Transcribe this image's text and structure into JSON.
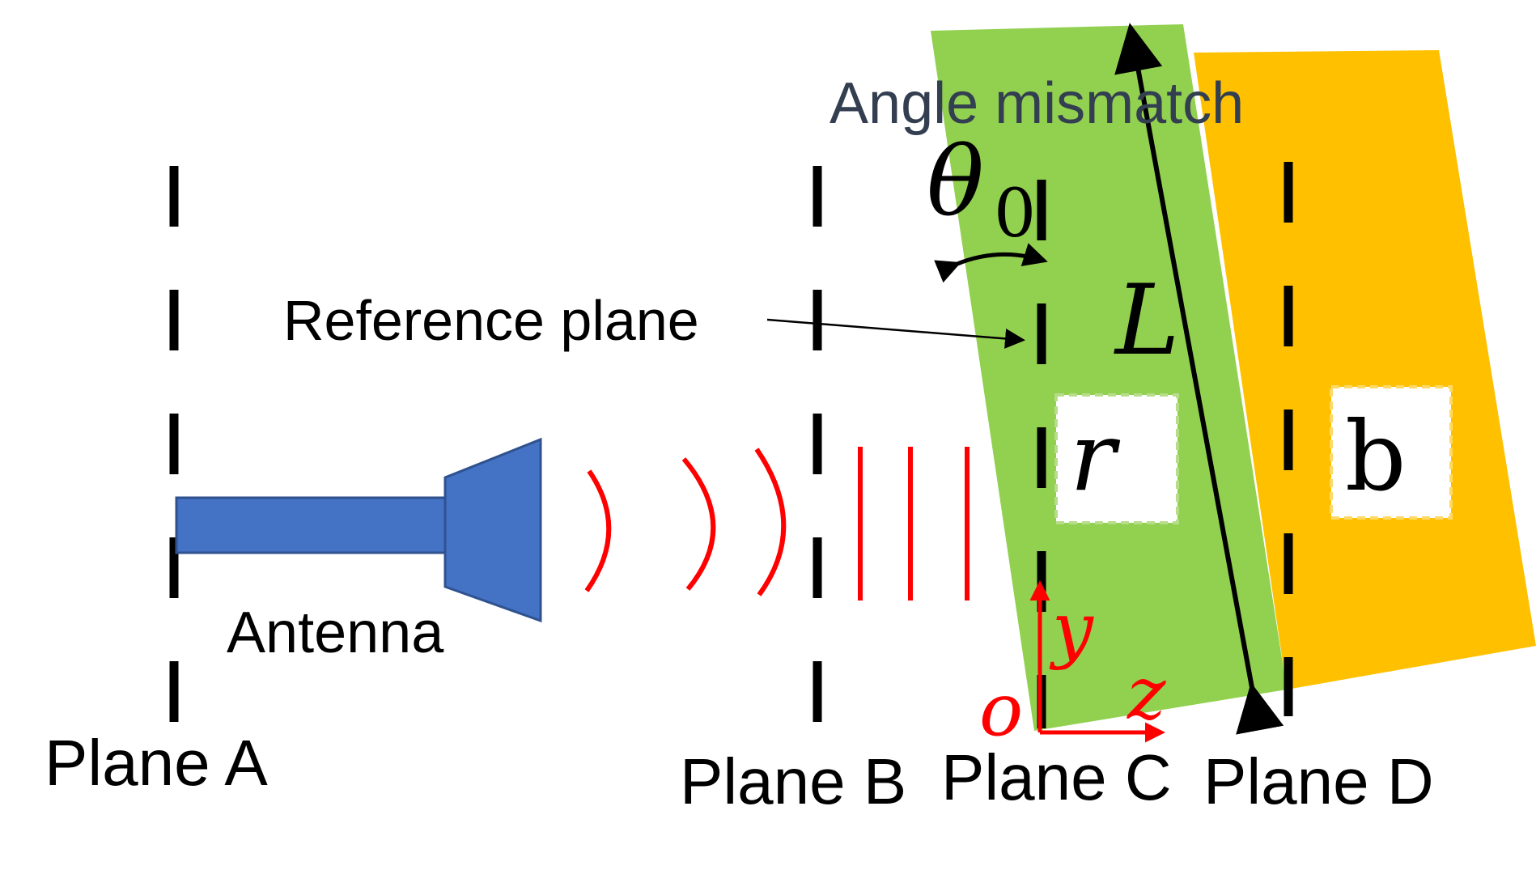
{
  "labels": {
    "plane_a": "Plane A",
    "plane_b": "Plane B",
    "plane_c": "Plane C",
    "plane_d": "Plane D",
    "antenna": "Antenna",
    "reference_plane": "Reference plane",
    "angle_mismatch": "Angle mismatch",
    "theta": "θ",
    "theta_sub": "0",
    "length": "L",
    "region_r": "r",
    "region_b": "b",
    "axis_y": "y",
    "axis_z": "z",
    "origin": "o"
  },
  "colors": {
    "antenna": "#4472c4",
    "wave": "#ff0000",
    "slab_r": "#92d050",
    "slab_b": "#ffc000",
    "axes": "#ff0000",
    "angle_text": "#333f50",
    "dash": "#000000"
  }
}
